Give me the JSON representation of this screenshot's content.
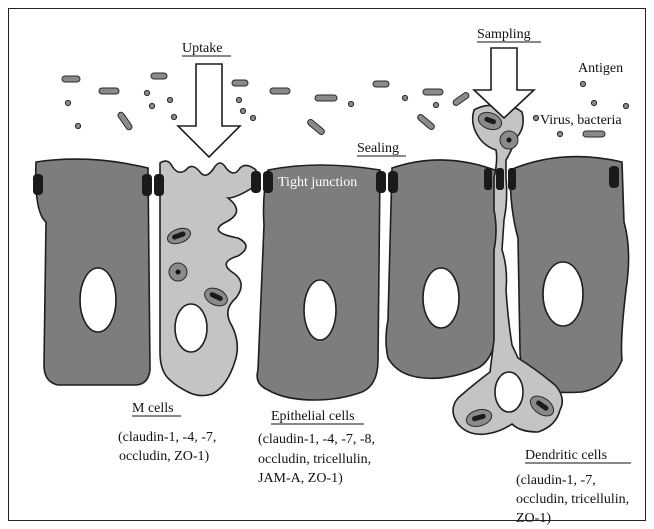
{
  "labels": {
    "uptake": "Uptake",
    "sampling": "Sampling",
    "antigen": "Antigen",
    "virus_bacteria": "Virus, bacteria",
    "sealing": "Sealing",
    "tight_junction": "Tight junction"
  },
  "m_cells": {
    "title": "M cells",
    "lines": [
      "(claudin-1, -4, -7,",
      "occludin, ZO-1)"
    ]
  },
  "epithelial_cells": {
    "title": "Epithelial cells",
    "lines": [
      "(claudin-1, -4, -7, -8,",
      "occludin, tricellulin,",
      "JAM-A, ZO-1)"
    ]
  },
  "dendritic_cells": {
    "title": "Dendritic cells",
    "lines": [
      "(claudin-1, -7,",
      "occludin, tricellulin,",
      "ZO-1)"
    ]
  },
  "colors": {
    "epithelial_cell": "#7d7d7d",
    "m_cell": "#c4c4c4",
    "tight_junction": "#1a1a1a",
    "particle": "#8a8a8a"
  }
}
